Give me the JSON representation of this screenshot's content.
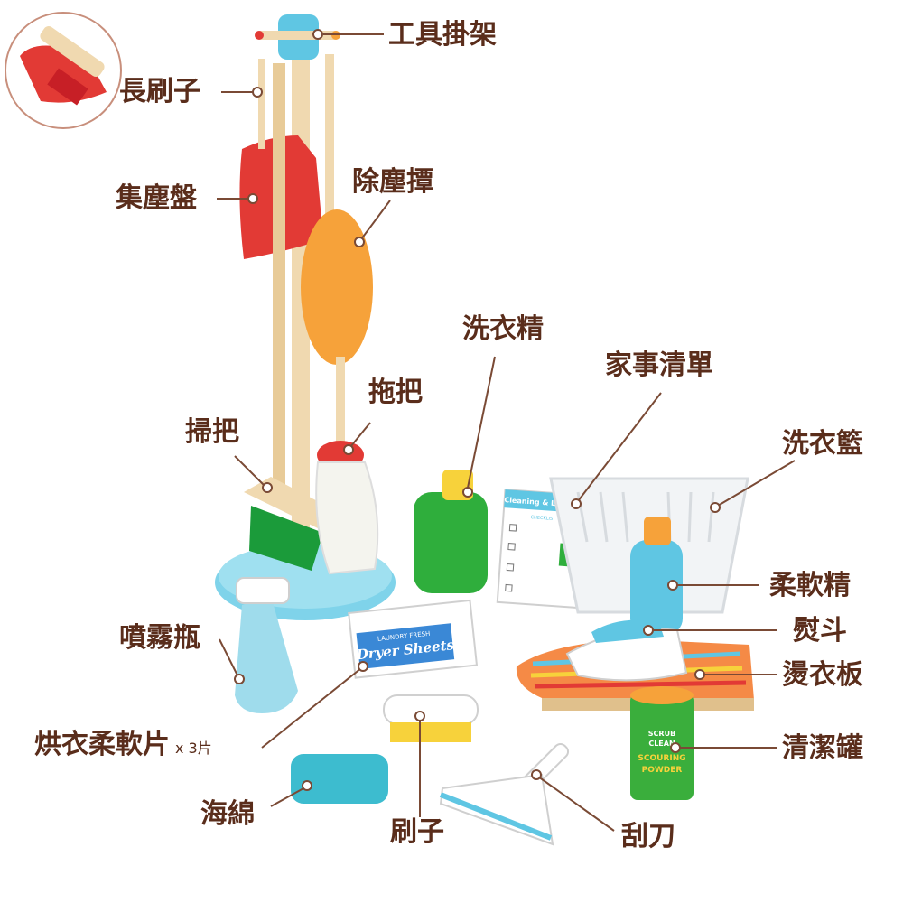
{
  "colors": {
    "label_text": "#5a2d1b",
    "leader_line": "#7a4a35",
    "dustpan_red": "#e23a35",
    "duster_orange": "#f6a23a",
    "stand_blue": "#7fd3ea",
    "wood": "#f0d9b0",
    "bottle_green": "#2fae3c",
    "sponge_teal": "#3dbccf"
  },
  "labels": {
    "rack": "工具掛架",
    "long_brush": "長刷子",
    "dustpan": "集塵盤",
    "duster": "除塵撢",
    "detergent": "洗衣精",
    "chore_list": "家事清單",
    "mop": "拖把",
    "broom": "掃把",
    "basket": "洗衣籃",
    "softener": "柔軟精",
    "iron": "熨斗",
    "spray_bottle": "噴霧瓶",
    "ironing_board": "燙衣板",
    "dryer_sheets": "烘衣柔軟片",
    "dryer_sheets_qty": "x 3片",
    "scouring_can": "清潔罐",
    "sponge": "海綿",
    "brush": "刷子",
    "squeegee": "刮刀"
  },
  "product_text": {
    "checklist_title": "Cleaning & Laundry",
    "checklist_sub": "CHECKLIST",
    "dryer_brand": "LAUNDRY FRESH",
    "dryer_name": "Dryer Sheets",
    "scour_line1": "SCRUB",
    "scour_line2": "CLEAN",
    "scour_line3": "SCOURING",
    "scour_line4": "POWDER"
  }
}
